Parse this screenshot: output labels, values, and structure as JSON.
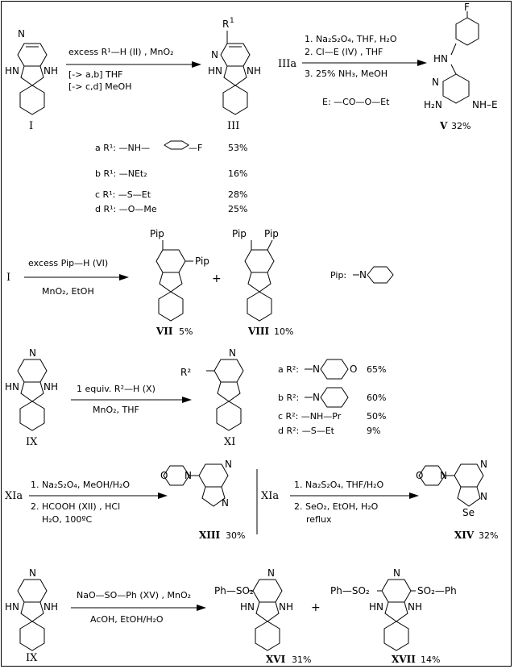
{
  "row1": {
    "cmpd_I": "I",
    "cmpd_III": "III",
    "cmpd_IIIa": "IIIa",
    "cmpd_V": "V",
    "yield_V": "32%",
    "R1": "R",
    "R1_sup": "1",
    "F": "F",
    "NH": "NH",
    "HN": "HN",
    "N": "N",
    "H2N": "H₂N",
    "NH_E": "NH–E",
    "cond1_line1": "excess  R¹—H  (II) , MnO₂",
    "cond1_line2": "[-> a,b]  THF",
    "cond1_line3": "[-> c,d]  MeOH",
    "cond2_line1": "1. Na₂S₂O₄,  THF, H₂O",
    "cond2_line2": "2.  Cl—E  (IV) , THF",
    "cond2_line3": "3. 25% NH₃,   MeOH",
    "E_def": "E:  —CO—O—Et"
  },
  "r1_list": [
    {
      "label": "a  R¹:  —NH—",
      "yield": "53%",
      "tail": "—F"
    },
    {
      "label": "b  R¹:  —NEt₂",
      "yield": "16%"
    },
    {
      "label": "c  R¹:  —S—Et",
      "yield": "28%"
    },
    {
      "label": "d  R¹:  —O—Me",
      "yield": "25%"
    }
  ],
  "row2": {
    "cmpd_I": "I",
    "cond_line1": "excess  Pip—H  (VI)",
    "cond_line2": "MnO₂,   EtOH",
    "Pip": "Pip",
    "plus": "+",
    "cmpd_VII": "VII",
    "yield_VII": "5%",
    "cmpd_VIII": "VIII",
    "yield_VIII": "10%",
    "pip_def": "Pip:",
    "N": "N"
  },
  "row3": {
    "cmpd_IX": "IX",
    "cmpd_XI": "XI",
    "R2": "R²",
    "cond_line1": "1 equiv.   R²—H  (X)",
    "cond_line2": "MnO₂,   THF"
  },
  "r2_list": [
    {
      "label": "a  R²:",
      "yield": "65%",
      "ring": "O"
    },
    {
      "label": "b  R²:",
      "yield": "60%",
      "ring": ""
    },
    {
      "label": "c  R²:  —NH—Pr",
      "yield": "50%"
    },
    {
      "label": "d  R²:  —S—Et",
      "yield": "9%"
    }
  ],
  "row4": {
    "cmpd_XIa": "XIa",
    "cond_left_1": "1.  Na₂S₂O₄,   MeOH/H₂O",
    "cond_left_2": "2.  HCOOH   (XII) , HCl",
    "cond_left_3": "H₂O,  100ºC",
    "cmpd_XIII": "XIII",
    "yield_XIII": "30%",
    "cmpd_XIa_2": "XIa",
    "cond_right_1": "1.  Na₂S₂O₄,   THF/H₂O",
    "cond_right_2": "2.  SeO₂,  EtOH,  H₂O",
    "cond_right_3": "reflux",
    "cmpd_XIV": "XIV",
    "yield_XIV": "32%",
    "Se": "Se",
    "O": "O",
    "N": "N"
  },
  "row5": {
    "cmpd_IX": "IX",
    "cond_line1": "NaO—SO—Ph  (XV)  , MnO₂",
    "cond_line2": "AcOH,   EtOH/H₂O",
    "PhSO2": "Ph—SO₂",
    "SO2Ph": "SO₂—Ph",
    "plus": "+",
    "cmpd_XVI": "XVI",
    "yield_XVI": "31%",
    "cmpd_XVII": "XVII",
    "yield_XVII": "14%"
  }
}
